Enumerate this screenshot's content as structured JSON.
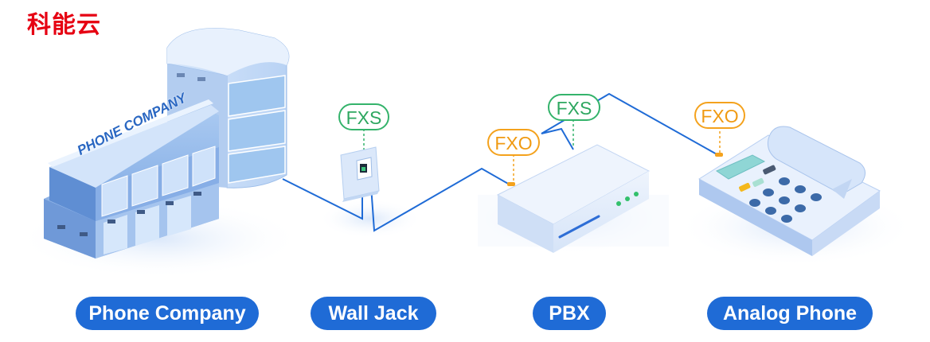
{
  "brand": {
    "name": "科能云"
  },
  "building": {
    "sign_text": "PHONE COMPANY"
  },
  "labels": {
    "phone_company": "Phone Company",
    "wall_jack": "Wall Jack",
    "pbx": "PBX",
    "analog_phone": "Analog Phone"
  },
  "ports": {
    "wall_jack_port": "FXS",
    "pbx_trunk_port": "FXO",
    "pbx_extension_port": "FXS",
    "phone_port": "FXO"
  },
  "colors": {
    "brand": "#e60012",
    "label_pill": "#1f6bd6",
    "cable": "#1f6bd6",
    "fxs": "#34b36b",
    "fxo": "#f4a21d"
  }
}
